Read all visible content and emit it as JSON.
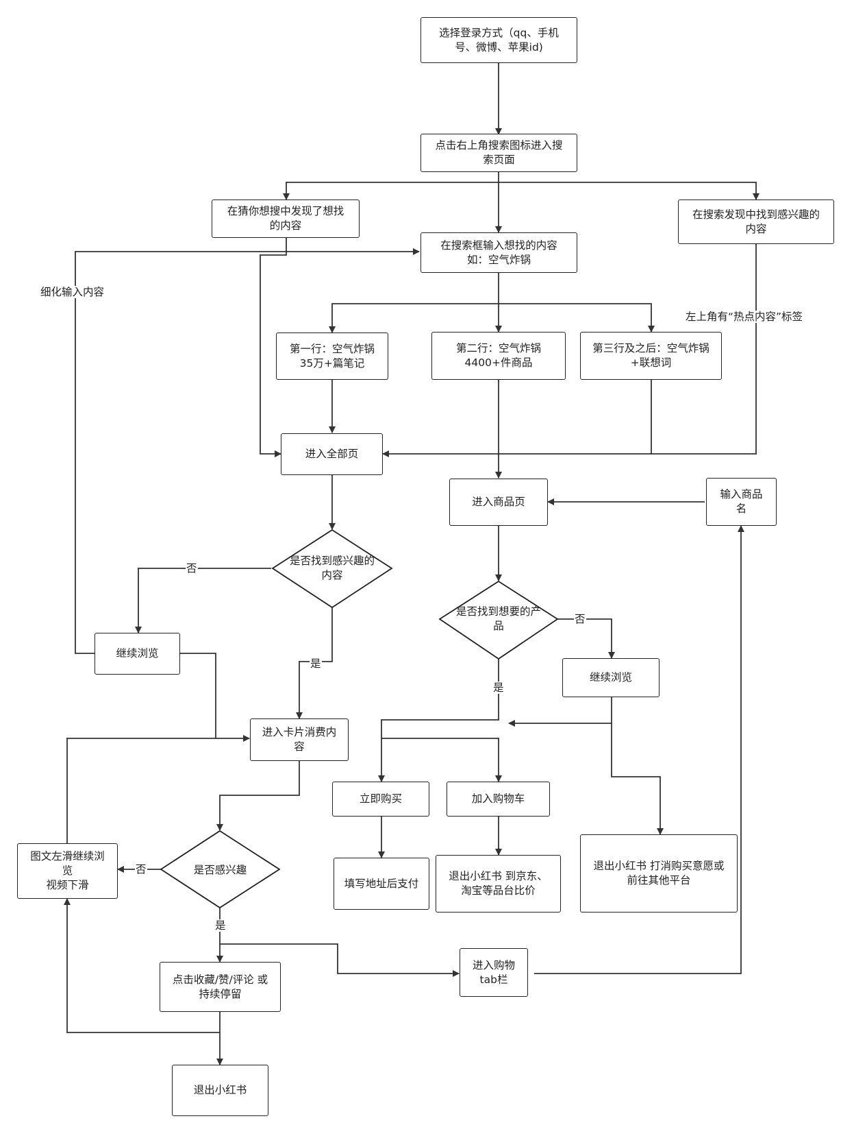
{
  "nodes": {
    "select_login": "选择登录方式（qq、手机\n号、微博、苹果id)",
    "click_search_icon": "点击右上角搜索图标进入搜\n索页面",
    "guess_search": "在猜你想搜中发现了想找\n的内容",
    "search_input": "在搜索框输入想找的内容\n如：空气炸锅",
    "search_discover": "在搜索发现中找到感兴趣的\n内容",
    "row_first": "第一行：空气炸锅\n35万+篇笔记",
    "row_second": "第二行：空气炸锅\n4400+件商品",
    "row_third": "第三行及之后：空气炸锅\n+联想词",
    "enter_all_page": "进入全部页",
    "enter_product_page": "进入商品页",
    "input_product_name": "输入商品\n名",
    "found_interest_decision": "是否找到感兴趣的\n内容",
    "found_product_decision": "是否找到想要的产\n品",
    "continue_browse_left": "继续浏览",
    "continue_browse_right": "继续浏览",
    "enter_card_content": "进入卡片消费内\n容",
    "buy_now": "立即购买",
    "add_to_cart": "加入购物车",
    "fill_address_pay": "填写地址后支付",
    "exit_compare_price": "退出小红书 到京东、\n淘宝等品台比价",
    "exit_cancel_or_other": "退出小红书 打消购买意愿或\n前往其他平台",
    "swipe_continue": "图文左滑继续浏\n览\n视频下滑",
    "interested_decision": "是否感兴趣",
    "collect_like_comment": "点击收藏/赞/评论 或\n持续停留",
    "enter_cart_tab": "进入购物\ntab栏",
    "exit_app": "退出小红书"
  },
  "edge_labels": {
    "refine_input": "细化输入内容",
    "hot_content_tag": "左上角有“热点内容”标签",
    "no_interest": "否",
    "yes_interest": "是",
    "no_product": "否",
    "yes_product": "是",
    "no_interested": "否",
    "yes_interested": "是"
  }
}
